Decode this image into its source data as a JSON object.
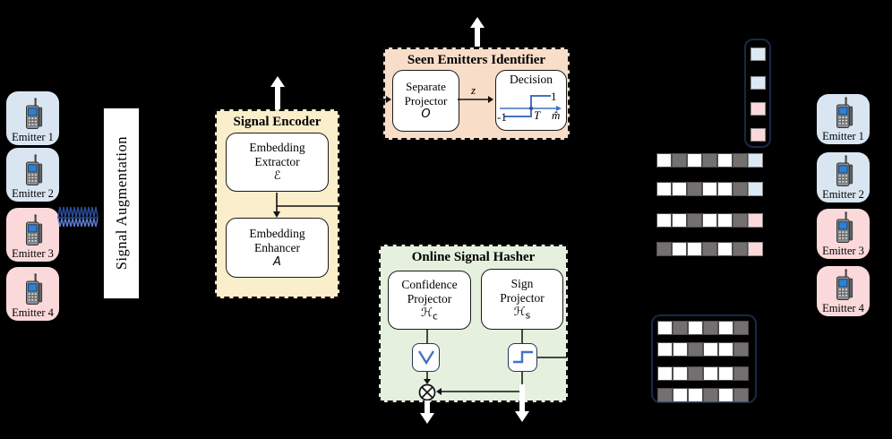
{
  "diagram": {
    "augmentation_label": "Signal Augmentation",
    "encoder": {
      "title": "Signal Encoder",
      "extractor_line1": "Embedding",
      "extractor_line2": "Extractor",
      "extractor_symbol": "ℰ",
      "enhancer_line1": "Embedding",
      "enhancer_line2": "Enhancer",
      "enhancer_symbol": "A"
    },
    "identifier": {
      "title": "Seen Emitters Identifier",
      "projector_line1": "Separate",
      "projector_line2": "Projector",
      "projector_symbol": "O",
      "z_label": "z",
      "decision_label": "Decision",
      "decision_high": "1",
      "decision_low": "-1",
      "decision_threshold": "T",
      "decision_axis": "m̂"
    },
    "hasher": {
      "title": "Online Signal Hasher",
      "confidence_line1": "Confidence",
      "confidence_line2": "Projector",
      "confidence_symbol": "ℋ",
      "confidence_sub": "c",
      "sign_line1": "Sign",
      "sign_line2": "Projector",
      "sign_symbol": "ℋ",
      "sign_sub": "s"
    }
  },
  "emitters": {
    "left": [
      {
        "label": "Emitter 1",
        "color": "blue"
      },
      {
        "label": "Emitter 2",
        "color": "blue"
      },
      {
        "label": "Emitter 3",
        "color": "pink"
      },
      {
        "label": "Emitter 4",
        "color": "pink"
      }
    ],
    "right": [
      {
        "label": "Emitter 1",
        "color": "blue"
      },
      {
        "label": "Emitter 2",
        "color": "blue"
      },
      {
        "label": "Emitter 3",
        "color": "pink"
      },
      {
        "label": "Emitter 4",
        "color": "pink"
      }
    ]
  },
  "hash_display": {
    "tag_column": [
      "blue",
      "blue",
      "pink",
      "pink"
    ],
    "rows": [
      {
        "bits": [
          "w",
          "g",
          "w",
          "g",
          "w",
          "g"
        ],
        "tag": "blue"
      },
      {
        "bits": [
          "w",
          "w",
          "g",
          "w",
          "w",
          "g"
        ],
        "tag": "blue"
      },
      {
        "bits": [
          "w",
          "w",
          "g",
          "w",
          "w",
          "g"
        ],
        "tag": "pink"
      },
      {
        "bits": [
          "g",
          "w",
          "w",
          "g",
          "w",
          "g"
        ],
        "tag": "pink"
      }
    ],
    "matrix": [
      [
        "w",
        "g",
        "w",
        "g",
        "w",
        "g"
      ],
      [
        "w",
        "w",
        "g",
        "w",
        "w",
        "g"
      ],
      [
        "w",
        "w",
        "g",
        "w",
        "w",
        "g"
      ],
      [
        "g",
        "w",
        "w",
        "g",
        "w",
        "g"
      ]
    ]
  },
  "colors": {
    "emitter_blue": "#D9E6F2",
    "emitter_pink": "#FBD9DB",
    "encoder_bg": "#FAEECB",
    "identifier_bg": "#F8DDC9",
    "hasher_bg": "#E5F0DE",
    "cell_white": "#FFFFFF",
    "cell_gray": "#747070",
    "tag_blue": "#DCE9F5",
    "tag_pink": "#FBD9DB",
    "accent_blue": "#4472C4",
    "navy": "#17294A"
  }
}
